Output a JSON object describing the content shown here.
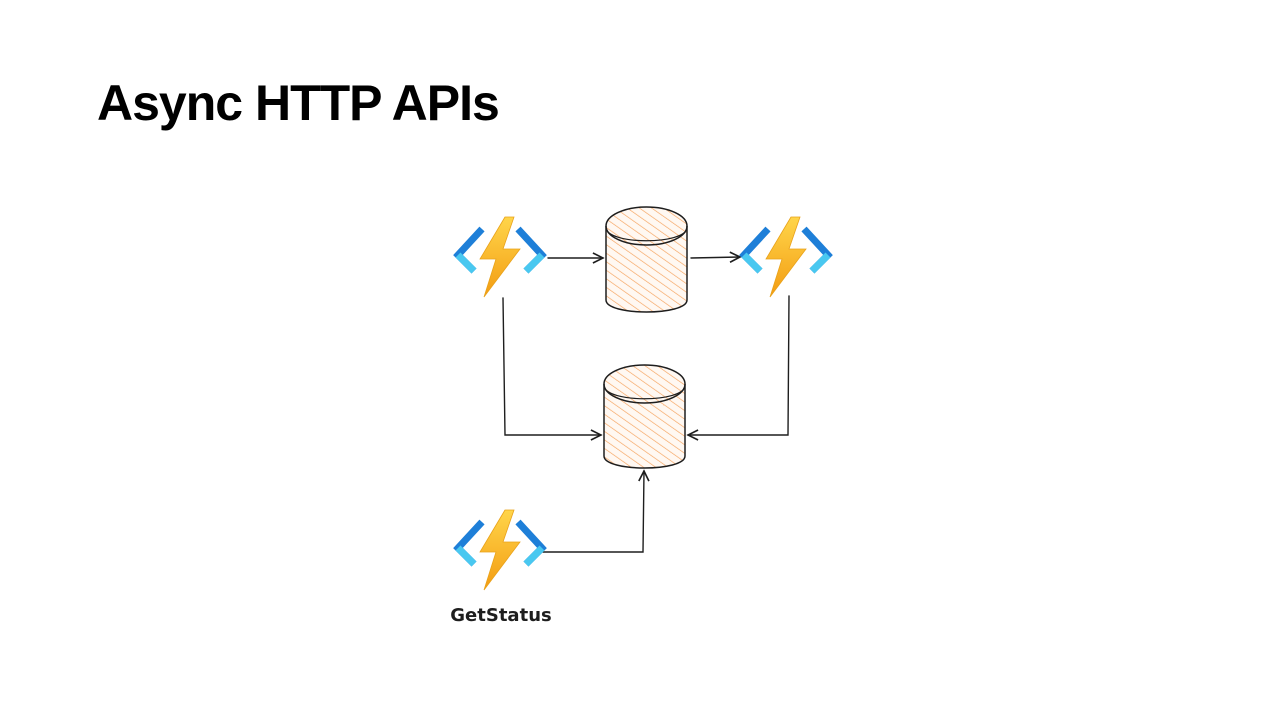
{
  "slide": {
    "title": "Async HTTP APIs"
  },
  "diagram": {
    "nodes": [
      {
        "id": "function-1",
        "kind": "azure-function",
        "icon": "azure-function-icon",
        "label": ""
      },
      {
        "id": "queue-store",
        "kind": "storage",
        "icon": "database-cylinder-icon",
        "label": ""
      },
      {
        "id": "function-2",
        "kind": "azure-function",
        "icon": "azure-function-icon",
        "label": ""
      },
      {
        "id": "status-store",
        "kind": "storage",
        "icon": "database-cylinder-icon",
        "label": ""
      },
      {
        "id": "get-status-function",
        "kind": "azure-function",
        "icon": "azure-function-icon",
        "label": "GetStatus"
      }
    ],
    "edges": [
      {
        "from": "function-1",
        "to": "queue-store"
      },
      {
        "from": "queue-store",
        "to": "function-2"
      },
      {
        "from": "function-1",
        "to": "status-store"
      },
      {
        "from": "function-2",
        "to": "status-store"
      },
      {
        "from": "get-status-function",
        "to": "status-store"
      }
    ],
    "colors": {
      "cylinder_hatch": "#f5a25d",
      "bolt_top": "#ffd54a",
      "bolt_bottom": "#f39c12",
      "bracket_dark": "#1e7fd8",
      "bracket_light": "#49c8f0",
      "stroke": "#1e1e1e"
    }
  }
}
